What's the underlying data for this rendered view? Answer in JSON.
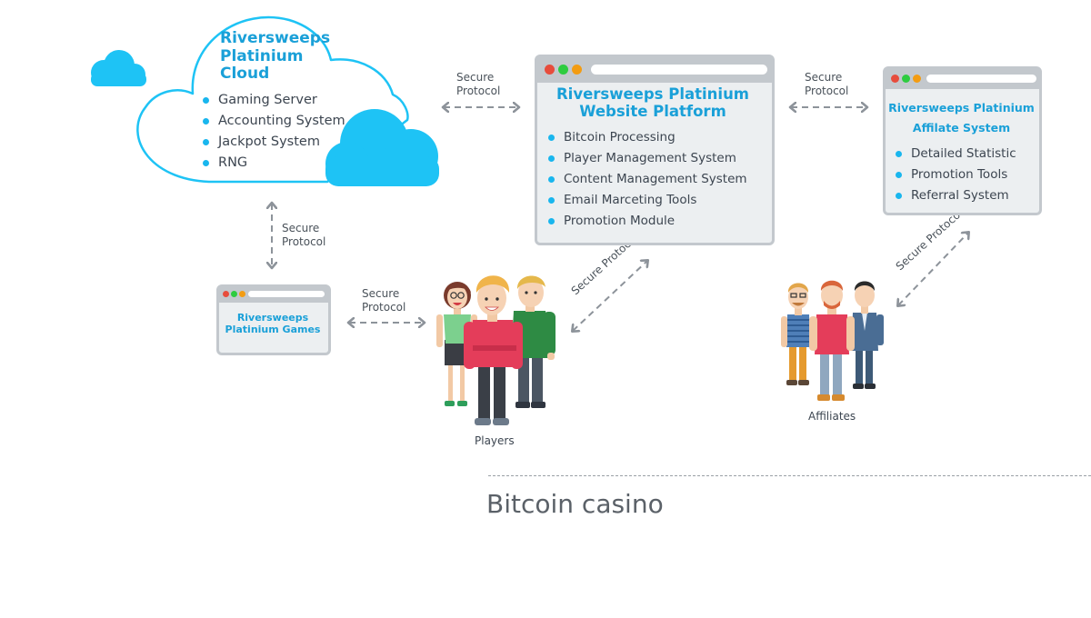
{
  "cloud": {
    "title": "Riversweeps Platinium Cloud",
    "items": [
      "Gaming Server",
      "Accounting System",
      "Jackpot System",
      "RNG"
    ]
  },
  "website": {
    "title": "Riversweeps Platinium Website Platform",
    "items": [
      "Bitcoin Processing",
      "Player Management System",
      "Content Management System",
      "Email Marceting Tools",
      "Promotion Module"
    ]
  },
  "affiliate": {
    "title": "Riversweeps Platinium Affilate System",
    "items": [
      "Detailed Statistic",
      "Promotion Tools",
      "Referral System"
    ]
  },
  "games": {
    "title": "Riversweeps Platinium Games"
  },
  "connectors": {
    "cloud_website": "Secure Protocol",
    "website_affiliate": "Secure Protocol",
    "cloud_games": "Secure Protocol",
    "games_players": "Secure Protocol",
    "players_website": "Secure Protocol",
    "affiliates_affiliate": "Secure Protocol"
  },
  "groups": {
    "players": "Players",
    "affiliates": "Affiliates"
  },
  "footer": {
    "title": "Bitcoin casino"
  },
  "colors": {
    "accent": "#1aa0d8",
    "bullet": "#19b6ee",
    "cloud_fill": "#1ec3f5",
    "window_border": "#c3c8cd",
    "window_fill": "#eceff1",
    "dot_red": "#e74c3c",
    "dot_green": "#2ecc40",
    "dot_orange": "#f39c12"
  }
}
